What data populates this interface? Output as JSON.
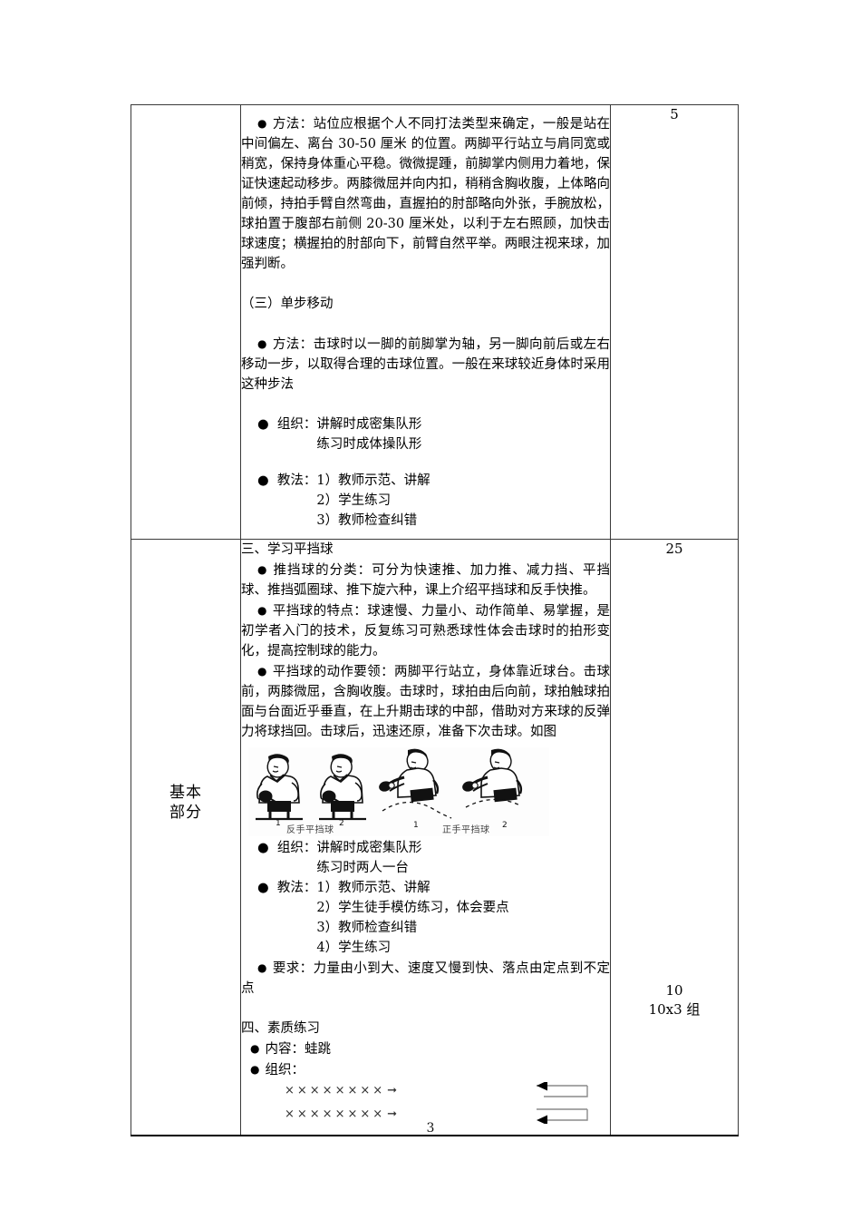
{
  "document": {
    "page_number": "3",
    "background": "#ffffff",
    "border_color": "#3a3a3a"
  },
  "table": {
    "columns": [
      "stage",
      "content",
      "time"
    ],
    "rows": [
      {
        "stage": "",
        "time": "5",
        "blocks": [
          {
            "kind": "bullet-paragraph",
            "bullet": "●",
            "label": "方法：",
            "text": "站位应根据个人不同打法类型来确定，一般是站在中间偏左、离台 30-50 厘米 的位置。两脚平行站立与肩同宽或稍宽，保持身体重心平稳。微微提踵，前脚掌内侧用力着地，保证快速起动移步。两膝微屈并向内扣，稍稍含胸收腹，上体略向前倾，持拍手臂自然弯曲，直握拍的肘部略向外张，手腕放松，球拍置于腹部右前侧 20-30 厘米处，以利于左右照顾，加快击球速度；横握拍的肘部向下，前臂自然平举。两眼注视来球，加强判断。"
          },
          {
            "kind": "heading",
            "text": "（三）单步移动"
          },
          {
            "kind": "bullet-paragraph",
            "bullet": "●",
            "label": "方法：",
            "text": "击球时以一脚的前脚掌为轴，另一脚向前后或左右移动一步，以取得合理的击球位置。一般在来球较近身体时采用这种步法"
          },
          {
            "kind": "bullet-list",
            "bullet": "●",
            "label": "组织：",
            "items": [
              "讲解时成密集队形",
              "练习时成体操队形"
            ]
          },
          {
            "kind": "bullet-list",
            "bullet": "●",
            "label": "教法：",
            "items": [
              "1）教师示范、讲解",
              "2）学生练习",
              "3）教师检查纠错"
            ]
          }
        ]
      },
      {
        "stage": "基本部分",
        "stage_lines": [
          "基本",
          "部分"
        ],
        "time": "25",
        "time_secondary": {
          "line1": "10",
          "line2": "10x3 组"
        },
        "blocks": [
          {
            "kind": "heading",
            "text": "三、学习平挡球"
          },
          {
            "kind": "bullet-paragraph",
            "bullet": "●",
            "label": "推挡球的分类：",
            "text": "可分为快速推、加力推、减力挡、平挡球、推挡弧圈球、推下旋六种，课上介绍平挡球和反手快推。"
          },
          {
            "kind": "bullet-paragraph",
            "bullet": "●",
            "label": "平挡球的特点：",
            "text": "球速慢、力量小、动作简单、易掌握，是初学者入门的技术，反复练习可熟悉球性体会击球时的拍形变化，提高控制球的能力。"
          },
          {
            "kind": "bullet-paragraph",
            "bullet": "●",
            "label": "平挡球的动作要领：",
            "text": "两脚平行站立，身体靠近球台。击球前，两膝微屈，含胸收腹。击球时，球拍由后向前，球拍触球拍面与台面近乎垂直，在上升期击球的中部，借助对方来球的反弹力将球挡回。击球后，迅速还原，准备下次击球。如图"
          },
          {
            "kind": "illustration",
            "name": "table-tennis-technique-illustration",
            "figures": [
              {
                "number": "1",
                "group": "backhand"
              },
              {
                "number": "2",
                "group": "backhand"
              },
              {
                "number": "1",
                "group": "forehand"
              },
              {
                "number": "2",
                "group": "forehand"
              }
            ],
            "captions": [
              "反手平挡球",
              "正手平挡球"
            ]
          },
          {
            "kind": "bullet-list",
            "bullet": "●",
            "label": "组织：",
            "items": [
              "讲解时成密集队形",
              "练习时两人一台"
            ]
          },
          {
            "kind": "bullet-list",
            "bullet": "●",
            "label": "教法：",
            "items": [
              "1）教师示范、讲解",
              "2）学生徒手模仿练习，体会要点",
              "3）教师检查纠错",
              "4）学生练习"
            ]
          },
          {
            "kind": "bullet-paragraph",
            "bullet": "●",
            "label": "要求：",
            "text": "力量由小到大、速度又慢到快、落点由定点到不定点"
          },
          {
            "kind": "heading",
            "text": "四、素质练习"
          },
          {
            "kind": "bullet-line",
            "bullet": "●",
            "label": "内容：",
            "text": "蛙跳"
          },
          {
            "kind": "bullet-line",
            "bullet": "●",
            "label": "组织：",
            "text": ""
          },
          {
            "kind": "formation",
            "name": "frog-jump-formation-diagram",
            "rows": [
              {
                "marks": "××××××××",
                "arrow": "➞"
              },
              {
                "marks": "××××××××",
                "arrow": "➞"
              }
            ],
            "return_arrows": 2
          }
        ]
      }
    ]
  }
}
